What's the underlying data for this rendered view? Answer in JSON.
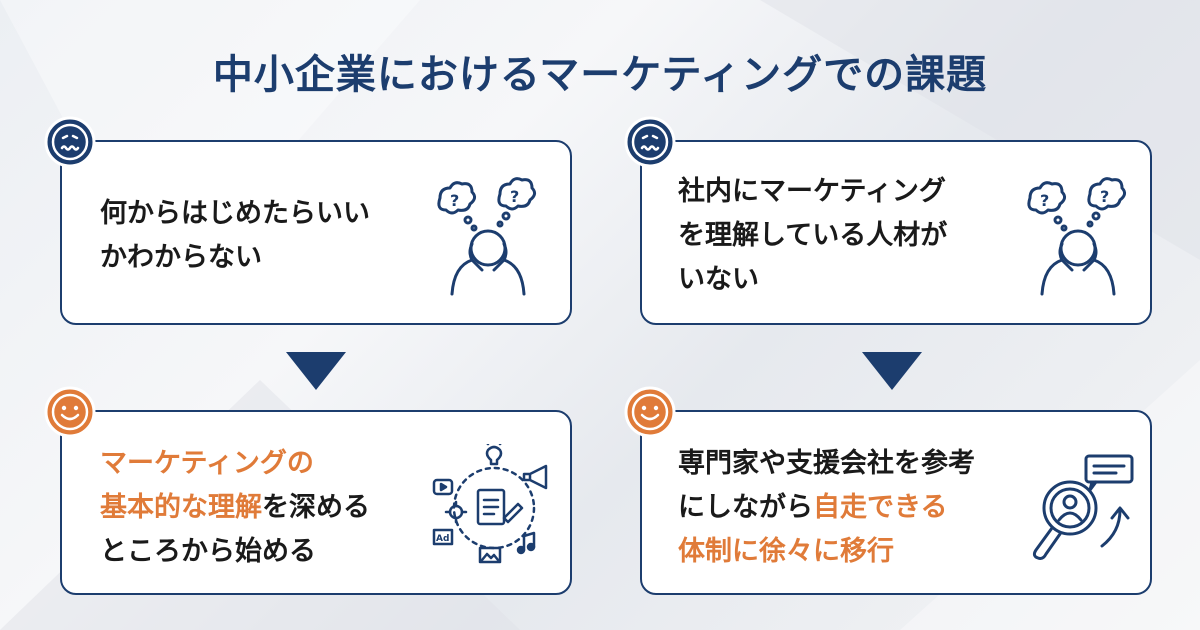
{
  "title": "中小企業におけるマーケティングでの課題",
  "colors": {
    "navy": "#1c3d6e",
    "orange": "#e07b39",
    "text": "#1a1a1a"
  },
  "cards": [
    {
      "position": "top-left",
      "mood": "worried-face-icon",
      "lines": [
        [
          {
            "t": "何からはじめたらいい",
            "hl": false
          }
        ],
        [
          {
            "t": "かわからない",
            "hl": false
          }
        ]
      ]
    },
    {
      "position": "top-right",
      "mood": "worried-face-icon",
      "lines": [
        [
          {
            "t": "社内にマーケティング",
            "hl": false
          }
        ],
        [
          {
            "t": "を理解している人材が",
            "hl": false
          }
        ],
        [
          {
            "t": "いない",
            "hl": false
          }
        ]
      ]
    },
    {
      "position": "bottom-left",
      "mood": "smile-face-icon",
      "lines": [
        [
          {
            "t": "マーケティングの",
            "hl": true
          }
        ],
        [
          {
            "t": "基本的な理解",
            "hl": true
          },
          {
            "t": "を深める",
            "hl": false
          }
        ],
        [
          {
            "t": "ところから始める",
            "hl": false
          }
        ]
      ]
    },
    {
      "position": "bottom-right",
      "mood": "smile-face-icon",
      "lines": [
        [
          {
            "t": "専門家や支援会社を参考",
            "hl": false
          }
        ],
        [
          {
            "t": "にしながら",
            "hl": false
          },
          {
            "t": "自走できる",
            "hl": true
          }
        ],
        [
          {
            "t": "体制に徐々に移行",
            "hl": true
          }
        ]
      ]
    }
  ]
}
